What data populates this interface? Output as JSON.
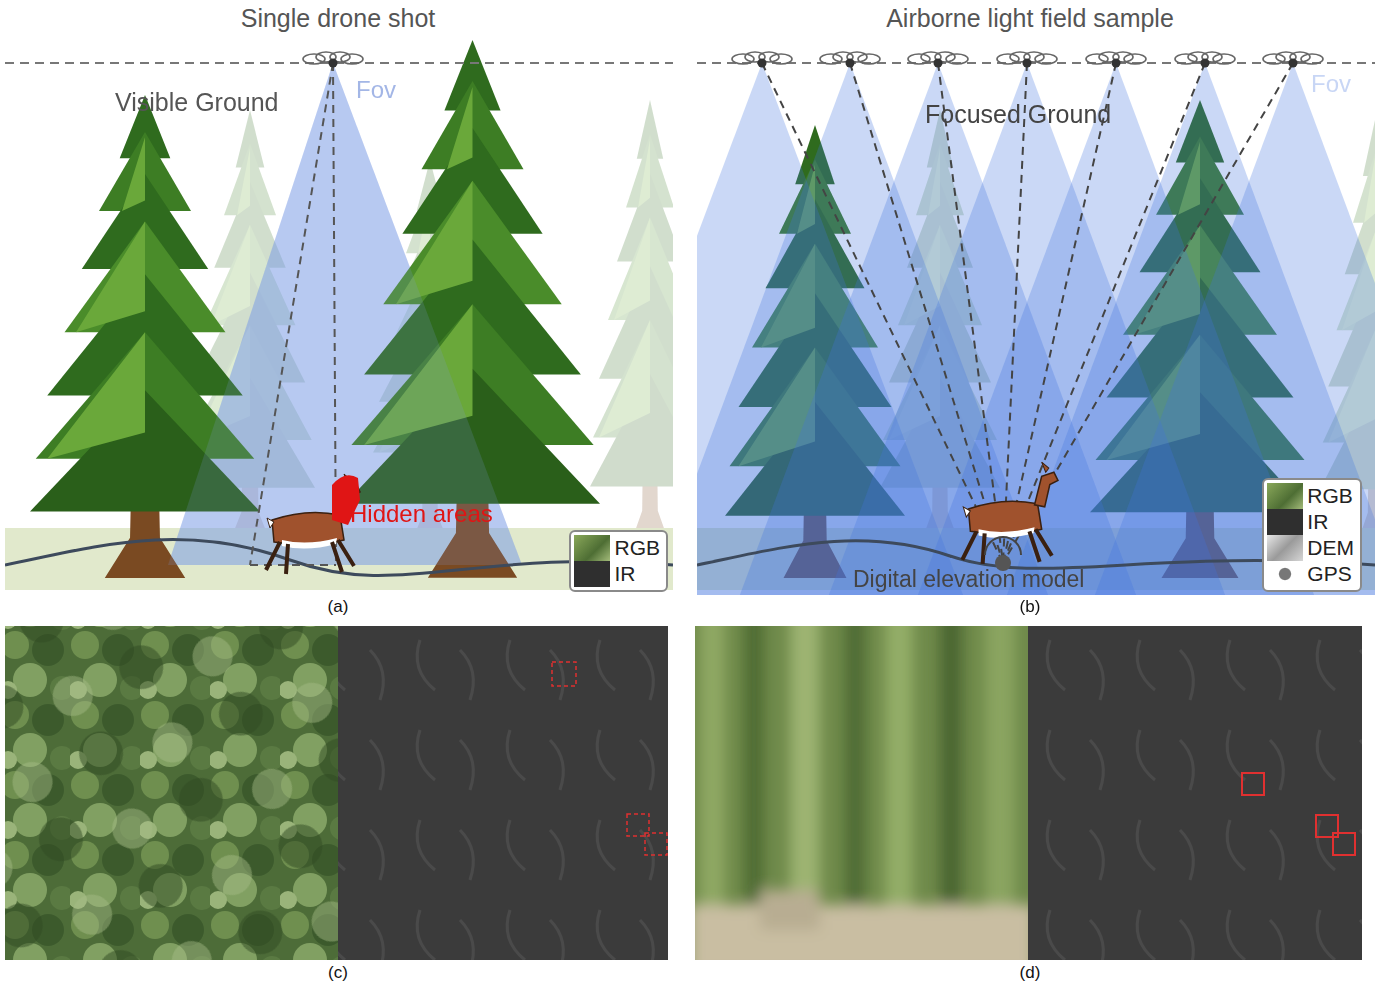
{
  "diagram": {
    "nodes": [
      {
        "text": [
          "RGB",
          "IR"
        ]
      },
      {
        "text": [
          "RGB",
          "IR",
          "DEM",
          "GPS"
        ]
      }
    ],
    "labels": [
      "Single drone shot",
      "Visible Ground",
      "Fov",
      "Hidden areas",
      "(a)",
      "Airborne light field sample",
      "Focused Ground",
      "Fov",
      "Digital elevation model",
      "(b)",
      "(c)",
      "(d)"
    ]
  }
}
